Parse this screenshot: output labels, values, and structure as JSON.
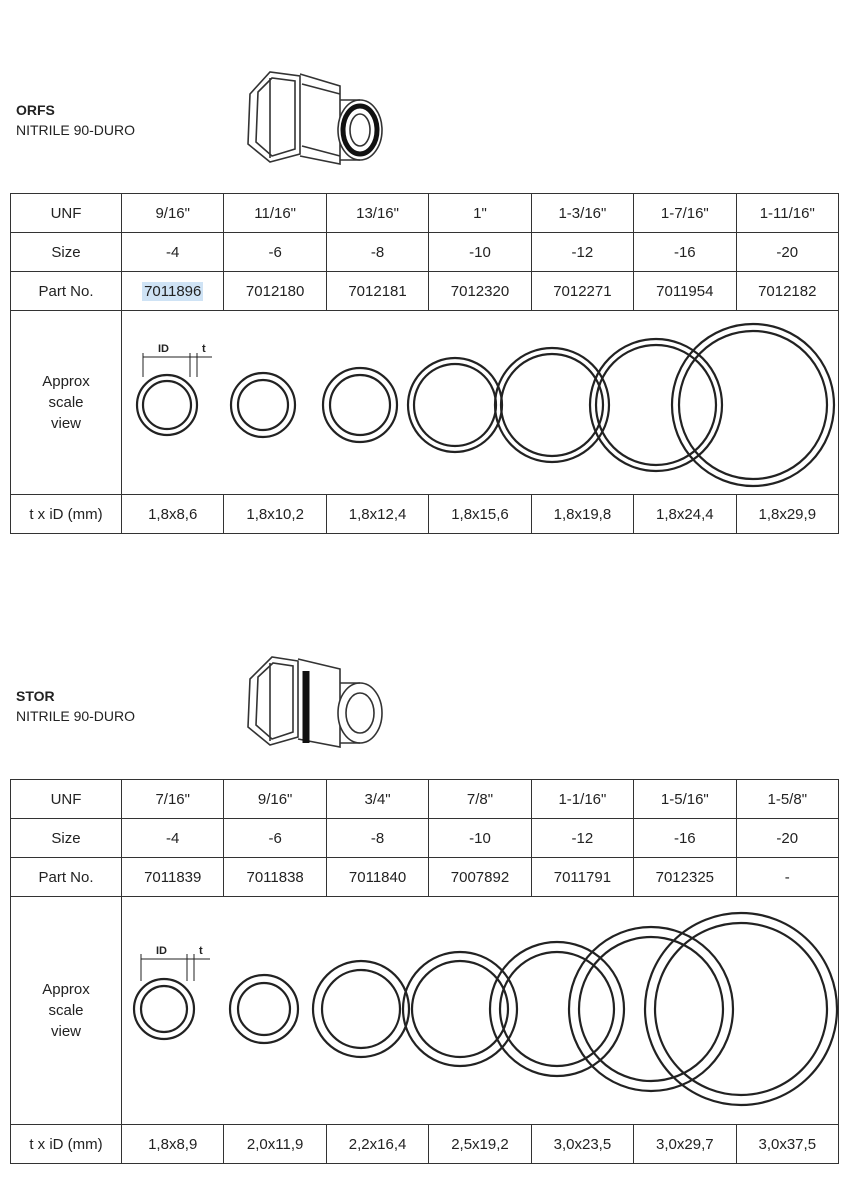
{
  "sections": [
    {
      "name": "ORFS",
      "material": "NITRILE 90-DURO",
      "row_labels": {
        "unf": "UNF",
        "size": "Size",
        "part": "Part No.",
        "view": [
          "Approx",
          "scale",
          "view"
        ],
        "dims": "t x iD (mm)"
      },
      "unf": [
        "9/16\"",
        "11/16\"",
        "13/16\"",
        "1\"",
        "1-3/16\"",
        "1-7/16\"",
        "1-11/16\""
      ],
      "size": [
        "-4",
        "-6",
        "-8",
        "-10",
        "-12",
        "-16",
        "-20"
      ],
      "part": [
        "7011896",
        "7012180",
        "7012181",
        "7012320",
        "7012271",
        "7011954",
        "7012182"
      ],
      "dims": [
        "1,8x8,6",
        "1,8x10,2",
        "1,8x12,4",
        "1,8x15,6",
        "1,8x19,8",
        "1,8x24,4",
        "1,8x29,9"
      ],
      "diagram_labels": {
        "id": "ID",
        "t": "t"
      },
      "highlighted_part_index": 0
    },
    {
      "name": "STOR",
      "material": "NITRILE 90-DURO",
      "row_labels": {
        "unf": "UNF",
        "size": "Size",
        "part": "Part No.",
        "view": [
          "Approx",
          "scale",
          "view"
        ],
        "dims": "t x iD (mm)"
      },
      "unf": [
        "7/16\"",
        "9/16\"",
        "3/4\"",
        "7/8\"",
        "1-1/16\"",
        "1-5/16\"",
        "1-5/8\""
      ],
      "size": [
        "-4",
        "-6",
        "-8",
        "-10",
        "-12",
        "-16",
        "-20"
      ],
      "part": [
        "7011839",
        "7011838",
        "7011840",
        "7007892",
        "7011791",
        "7012325",
        "-"
      ],
      "dims": [
        "1,8x8,9",
        "2,0x11,9",
        "2,2x16,4",
        "2,5x19,2",
        "3,0x23,5",
        "3,0x29,7",
        "3,0x37,5"
      ],
      "diagram_labels": {
        "id": "ID",
        "t": "t"
      }
    }
  ]
}
